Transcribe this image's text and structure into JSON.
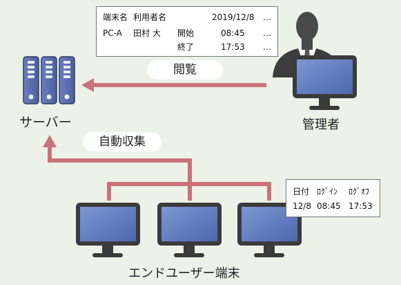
{
  "server_label": "サーバー",
  "admin_label": "管理者",
  "endpoints_label": "エンドユーザー端末",
  "view_arrow_label": "閲覧",
  "collect_arrow_label": "自動収集",
  "admin_log": {
    "header": [
      "端末名",
      "利用者名",
      "2019/12/8",
      "…"
    ],
    "rows": [
      [
        "PC-A",
        "田村 大",
        "開始",
        "08:45",
        "…"
      ],
      [
        "",
        "",
        "終了",
        "17:53",
        "…"
      ]
    ]
  },
  "endpoint_log": {
    "header": [
      "日付",
      "ﾛｸﾞｲﾝ",
      "ﾛｸﾞｵﾌ"
    ],
    "row": [
      "12/8",
      "08:45",
      "17:53"
    ]
  },
  "colors": {
    "arrow": "#c9727a",
    "monitor_body": "#3b3b3b",
    "screen": "#5b7bc0",
    "server": "#5a6fae",
    "background": "#ecf2e8"
  }
}
